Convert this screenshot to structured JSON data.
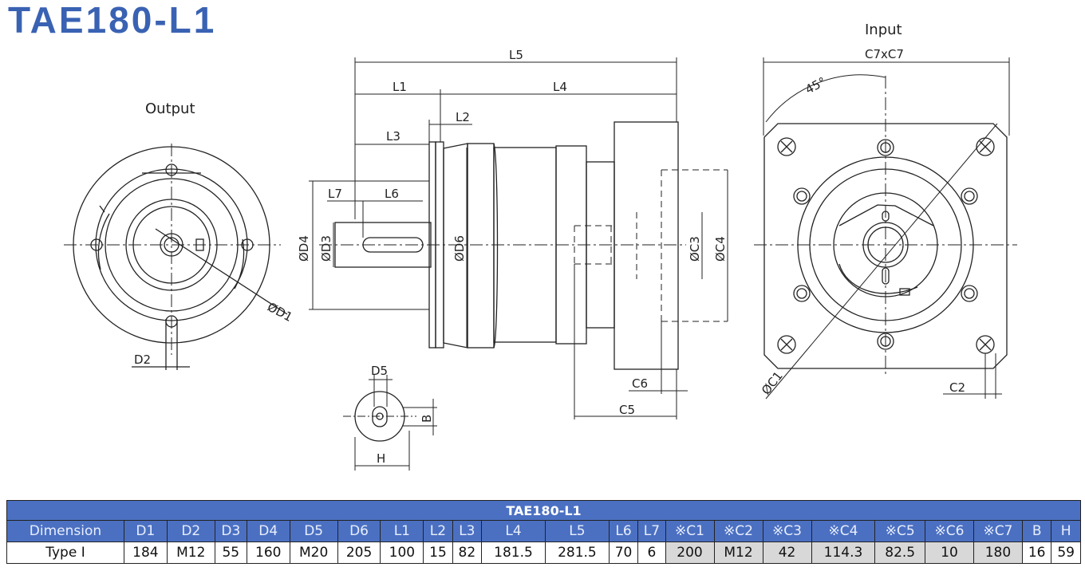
{
  "title": "TAE180-L1",
  "views": {
    "output_label": "Output",
    "input_label": "Input",
    "output": {
      "d1": "ØD1",
      "d2": "D2"
    },
    "side": {
      "l5": "L5",
      "l1": "L1",
      "l4": "L4",
      "l2": "L2",
      "l3": "L3",
      "l7": "L7",
      "l6": "L6",
      "d4": "ØD4",
      "d3": "ØD3",
      "d6": "ØD6",
      "c3": "ØC3",
      "c4": "ØC4",
      "c6": "C6",
      "c5": "C5"
    },
    "key": {
      "d5": "D5",
      "b": "B",
      "h": "H"
    },
    "input": {
      "c7": "C7xC7",
      "angle": "45°",
      "c1": "ØC1",
      "c2": "C2"
    }
  },
  "table": {
    "title": "TAE180-L1",
    "headers": [
      "Dimension",
      "D1",
      "D2",
      "D3",
      "D4",
      "D5",
      "D6",
      "L1",
      "L2",
      "L3",
      "L4",
      "L5",
      "L6",
      "L7",
      "※C1",
      "※C2",
      "※C3",
      "※C4",
      "※C5",
      "※C6",
      "※C7",
      "B",
      "H"
    ],
    "rows": [
      {
        "cells": [
          "Type I",
          "184",
          "M12",
          "55",
          "160",
          "M20",
          "205",
          "100",
          "15",
          "82",
          "181.5",
          "281.5",
          "70",
          "6",
          "200",
          "M12",
          "42",
          "114.3",
          "82.5",
          "10",
          "180",
          "16",
          "59"
        ],
        "shaded": [
          14,
          15,
          16,
          17,
          18,
          19,
          20
        ]
      }
    ]
  }
}
